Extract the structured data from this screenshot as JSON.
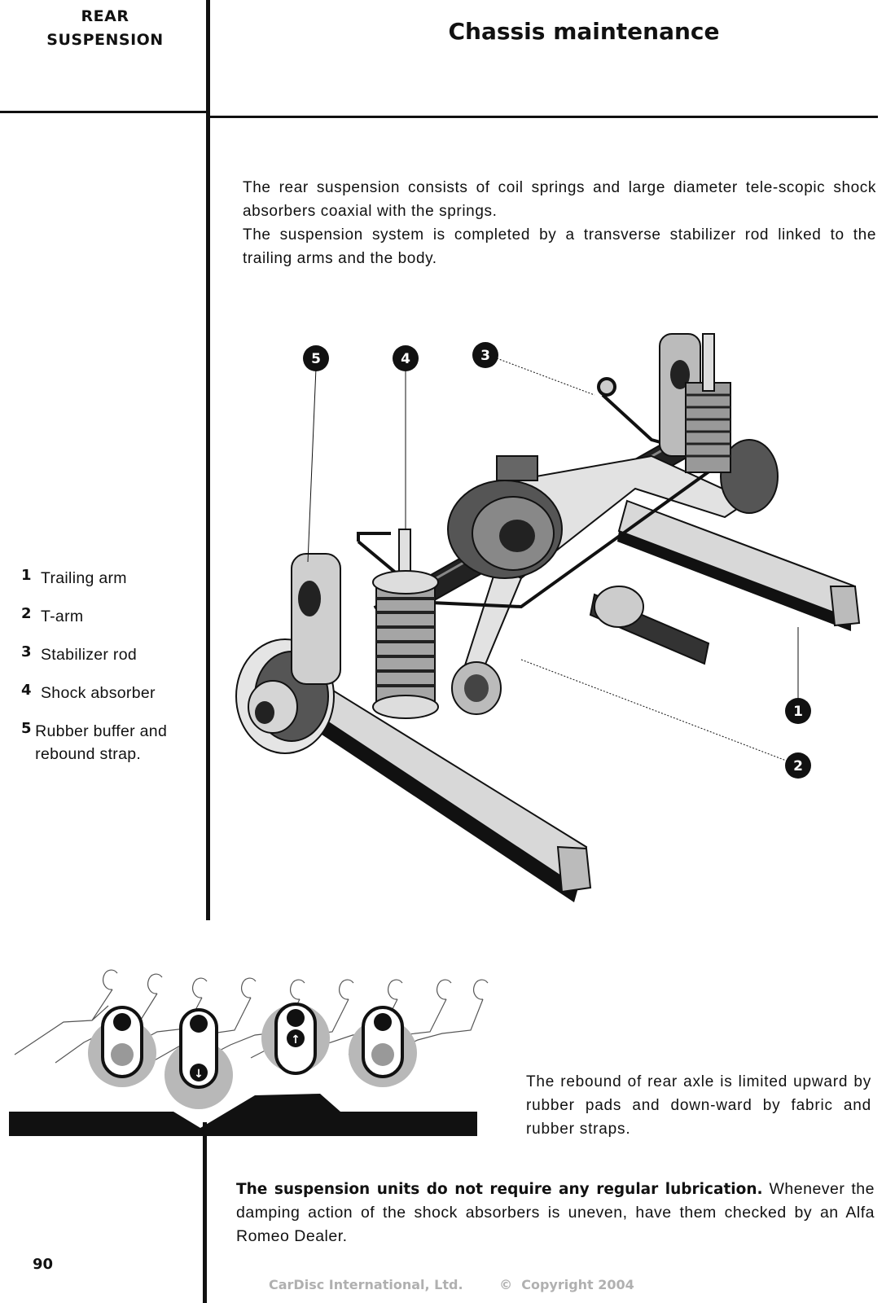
{
  "header": {
    "section_line1": "REAR",
    "section_line2": "SUSPENSION",
    "title": "Chassis maintenance"
  },
  "intro": {
    "paragraph1": "The rear suspension consists of coil springs and large diameter tele-scopic shock absorbers coaxial with the springs.",
    "paragraph2": "The suspension system is completed by a transverse stabilizer rod linked to the trailing arms and the body."
  },
  "legend": {
    "items": [
      {
        "num": "1",
        "label": "Trailing arm"
      },
      {
        "num": "2",
        "label": "T-arm"
      },
      {
        "num": "3",
        "label": "Stabilizer rod"
      },
      {
        "num": "4",
        "label": "Shock absorber"
      },
      {
        "num": "5",
        "label": "Rubber buffer and rebound strap."
      }
    ]
  },
  "callouts": {
    "c1": "1",
    "c2": "2",
    "c3": "3",
    "c4": "4",
    "c5": "5"
  },
  "rebound_text": "The rebound of rear axle is limited upward by rubber pads and down-ward by fabric and rubber straps.",
  "note": {
    "bold": "The suspension units do not require any regular lubrication.",
    "rest": " Whenever the damping action of the shock absorbers is uneven, have them checked by an Alfa Romeo Dealer."
  },
  "page_number": "90",
  "footer": {
    "company": "CarDisc International, Ltd.",
    "copyright": "©  Copyright 2004"
  }
}
